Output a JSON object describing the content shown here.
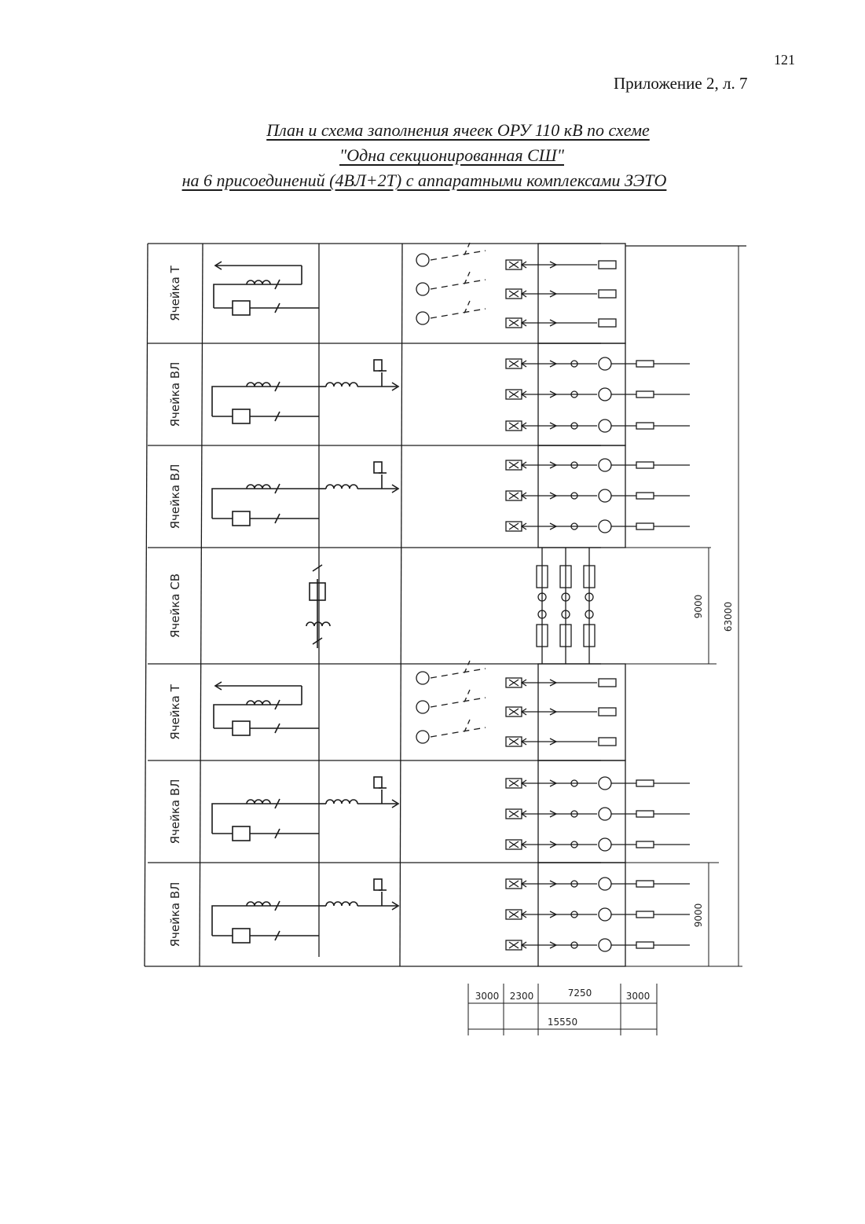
{
  "header": {
    "page_number": "121",
    "appendix": "Приложение 2, л. 7"
  },
  "title": {
    "line1": "План и схема заполнения ячеек ОРУ 110 кВ по схеме",
    "line2": "\"Одна секционированная СШ\"",
    "line3": "на 6 присоединений (4ВЛ+2Т) с аппаратными комплексами ЗЭТО"
  },
  "cells": [
    {
      "label": "Ячейка  Т",
      "type": "transformer"
    },
    {
      "label": "Ячейка  ВЛ",
      "type": "line"
    },
    {
      "label": "Ячейка  ВЛ",
      "type": "line"
    },
    {
      "label": "Ячейка  СВ",
      "type": "sectional"
    },
    {
      "label": "Ячейка  Т",
      "type": "transformer"
    },
    {
      "label": "Ячейка  ВЛ",
      "type": "line"
    },
    {
      "label": "Ячейка  ВЛ",
      "type": "line"
    }
  ],
  "dimensions": {
    "sv_height": "9000",
    "total_height": "63000",
    "cell_height": "9000",
    "widths": [
      "3000",
      "2300",
      "7250",
      "3000"
    ],
    "total_width": "15550"
  },
  "colors": {
    "ink": "#1a1a1a"
  }
}
